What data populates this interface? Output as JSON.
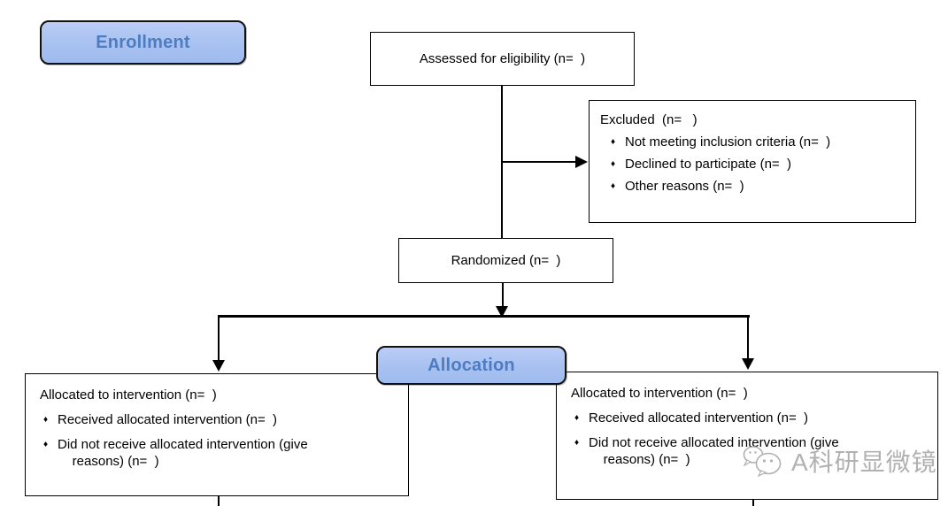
{
  "diagram": {
    "bullet": "♦",
    "stages": {
      "enrollment": "Enrollment",
      "allocation": "Allocation"
    },
    "assessed": {
      "text": "Assessed for eligibility (n=  )"
    },
    "excluded": {
      "title": "Excluded  (n=   )",
      "items": [
        "Not meeting inclusion criteria (n=  )",
        "Declined to participate (n=  )",
        "Other reasons (n=  )"
      ]
    },
    "randomized": {
      "text": "Randomized (n=  )"
    },
    "allocation_left": {
      "title": "Allocated to intervention (n=  )",
      "items": [
        "Received allocated intervention (n=  )",
        "Did not receive allocated intervention (give\n    reasons) (n=  )"
      ]
    },
    "allocation_right": {
      "title": "Allocated to intervention (n=  )",
      "items": [
        "Received allocated intervention (n=  )",
        "Did not receive allocated intervention (give\n    reasons) (n=  )"
      ]
    },
    "watermark": {
      "icon": "wechat-logo",
      "text": "A科研显微镜"
    },
    "colors": {
      "stage_fill": "#a9c3f1",
      "stage_text": "#4d7cc1",
      "line": "#000000",
      "watermark_gray": "#b1b1b1"
    }
  }
}
